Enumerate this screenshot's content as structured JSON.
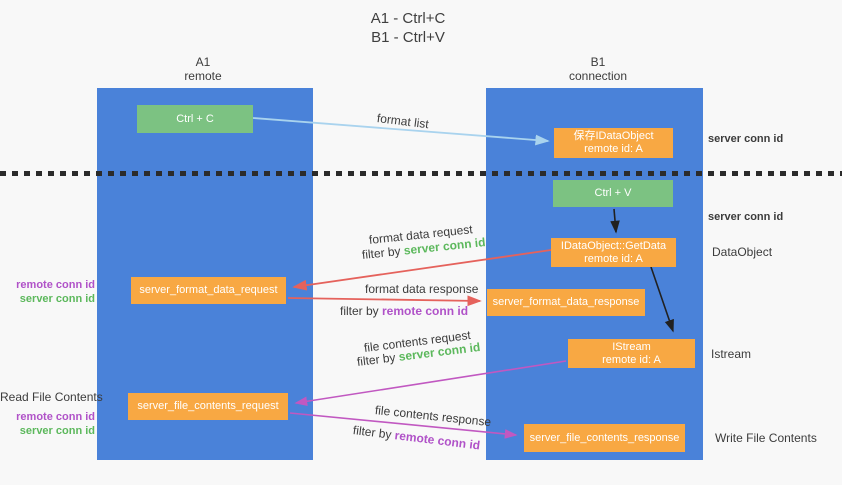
{
  "title": {
    "line1": "A1 - Ctrl+C",
    "line2": "B1 - Ctrl+V"
  },
  "lanes": {
    "left": {
      "name": "A1",
      "role": "remote"
    },
    "right": {
      "name": "B1",
      "role": "connection"
    }
  },
  "nodes": {
    "ctrl_c": {
      "label": "Ctrl + C"
    },
    "ctrl_v": {
      "label": "Ctrl + V"
    },
    "save_idataobject": {
      "line1": "保存IDataObject",
      "line2": "remote id: A"
    },
    "idataobject_getdata": {
      "line1": "IDataObject::GetData",
      "line2": "remote id: A"
    },
    "server_format_data_request": {
      "label": "server_format_data_request"
    },
    "server_format_data_response": {
      "label": "server_format_data_response"
    },
    "istream": {
      "line1": "IStream",
      "line2": "remote id: A"
    },
    "server_file_contents_request": {
      "label": "server_file_contents_request"
    },
    "server_file_contents_response": {
      "label": "server_file_contents_response"
    }
  },
  "flow_labels": {
    "format_list": "format list",
    "format_data_request": "format data request",
    "format_data_response": "format data response",
    "file_contents_request": "file contents request",
    "file_contents_response": "file contents response",
    "filter_by_prefix": "filter by ",
    "server_conn_id": "server conn id",
    "remote_conn_id": "remote conn id"
  },
  "side_labels": {
    "right_server_conn_id_top": "server conn id",
    "right_server_conn_id_mid": "server conn id",
    "dataobject": "DataObject",
    "istream": "Istream",
    "write_file_contents": "Write File Contents",
    "left_remote_conn_id_top": "remote conn id",
    "left_server_conn_id_top": "server conn id",
    "read_file_contents": "Read File Contents",
    "left_remote_conn_id_bottom": "remote conn id",
    "left_server_conn_id_bottom": "server conn id"
  },
  "colors": {
    "lane_blue": "#4a82d9",
    "node_orange": "#f8a843",
    "node_green": "#7cc282",
    "arrow_light_blue": "#a9d3ee",
    "arrow_red": "#e5625c",
    "arrow_magenta": "#c158c1",
    "arrow_black": "#212121",
    "text_green": "#5cb85c",
    "text_purple": "#b052c8",
    "text_dark": "#3c3c3c",
    "background": "#f8f8f8"
  }
}
